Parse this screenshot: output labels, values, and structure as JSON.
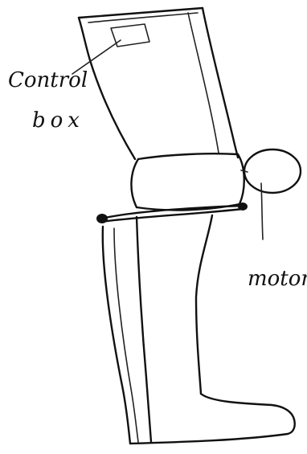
{
  "labels": {
    "control_box_line1": "Control",
    "control_box_line2": "box",
    "motor": "motor"
  }
}
